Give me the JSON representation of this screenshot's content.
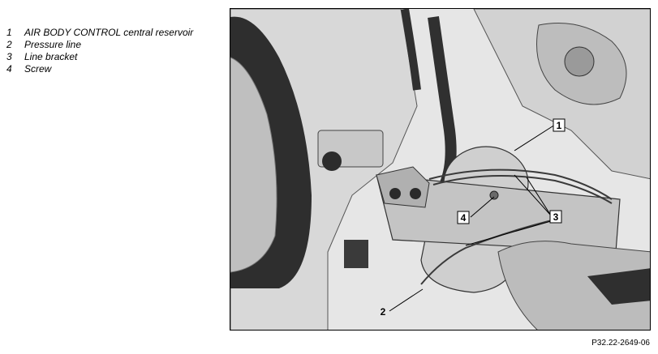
{
  "legend": [
    {
      "num": "1",
      "label": "AIR BODY CONTROL central reservoir"
    },
    {
      "num": "2",
      "label": "Pressure line"
    },
    {
      "num": "3",
      "label": "Line bracket"
    },
    {
      "num": "4",
      "label": "Screw"
    }
  ],
  "callouts": {
    "c1": "1",
    "c2": "2",
    "c3": "3",
    "c4": "4"
  },
  "figure_id": "P32.22-2649-06"
}
